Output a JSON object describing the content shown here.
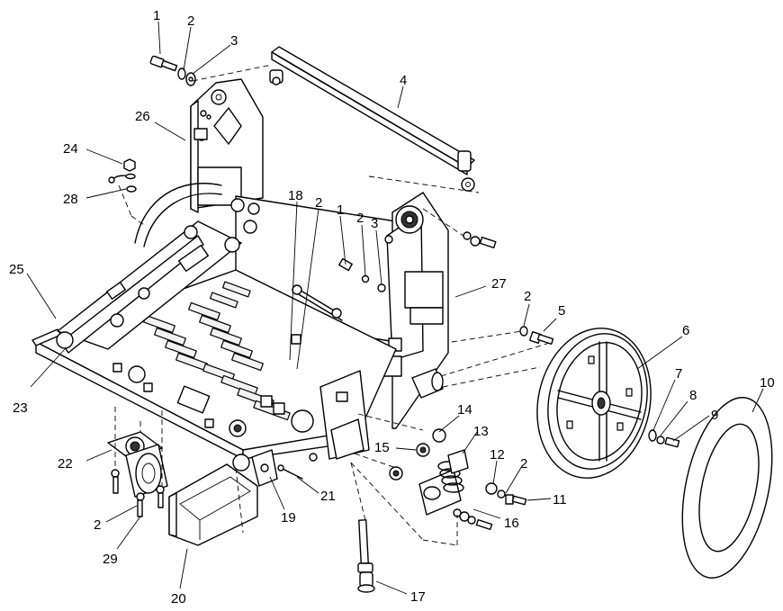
{
  "diagram": {
    "callouts": [
      {
        "id": "c1a",
        "text": "1"
      },
      {
        "id": "c2a",
        "text": "2"
      },
      {
        "id": "c3a",
        "text": "3"
      },
      {
        "id": "c4",
        "text": "4"
      },
      {
        "id": "c26",
        "text": "26"
      },
      {
        "id": "c24",
        "text": "24"
      },
      {
        "id": "c28",
        "text": "28"
      },
      {
        "id": "c18",
        "text": "18"
      },
      {
        "id": "c2b",
        "text": "2"
      },
      {
        "id": "c1b",
        "text": "1"
      },
      {
        "id": "c2c",
        "text": "2"
      },
      {
        "id": "c3b",
        "text": "3"
      },
      {
        "id": "c25",
        "text": "25"
      },
      {
        "id": "c27",
        "text": "27"
      },
      {
        "id": "c2d",
        "text": "2"
      },
      {
        "id": "c5",
        "text": "5"
      },
      {
        "id": "c6",
        "text": "6"
      },
      {
        "id": "c7",
        "text": "7"
      },
      {
        "id": "c8",
        "text": "8"
      },
      {
        "id": "c9",
        "text": "9"
      },
      {
        "id": "c10",
        "text": "10"
      },
      {
        "id": "c23",
        "text": "23"
      },
      {
        "id": "c14",
        "text": "14"
      },
      {
        "id": "c13",
        "text": "13"
      },
      {
        "id": "c15",
        "text": "15"
      },
      {
        "id": "c12",
        "text": "12"
      },
      {
        "id": "c2e",
        "text": "2"
      },
      {
        "id": "c11",
        "text": "11"
      },
      {
        "id": "c22",
        "text": "22"
      },
      {
        "id": "c21",
        "text": "21"
      },
      {
        "id": "c19",
        "text": "19"
      },
      {
        "id": "c16",
        "text": "16"
      },
      {
        "id": "c2f",
        "text": "2"
      },
      {
        "id": "c29",
        "text": "29"
      },
      {
        "id": "c20",
        "text": "20"
      },
      {
        "id": "c17",
        "text": "17"
      }
    ]
  }
}
